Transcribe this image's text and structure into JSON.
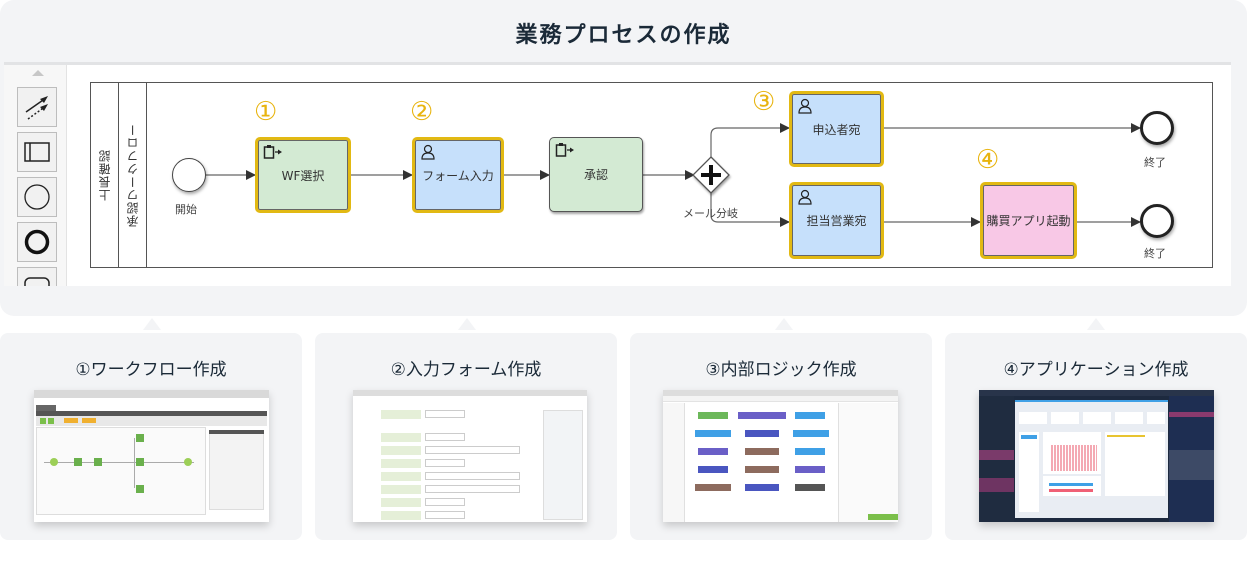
{
  "header": {
    "title": "業務プロセスの作成"
  },
  "palette": {
    "tools": [
      {
        "name": "connector-tool",
        "icon": "connector-arrows-icon"
      },
      {
        "name": "lane-tool",
        "icon": "lane-rectangle-icon"
      },
      {
        "name": "start-event-tool",
        "icon": "thin-circle-icon"
      },
      {
        "name": "end-event-tool",
        "icon": "thick-circle-icon"
      },
      {
        "name": "task-tool",
        "icon": "rounded-rect-icon"
      }
    ]
  },
  "diagram": {
    "pool_label": "上長確認",
    "lane_label": "承認ワークフロー",
    "start_event": {
      "label": "開始"
    },
    "tasks": [
      {
        "id": "wf_select",
        "label": "WF選択",
        "marker": "①",
        "color": "#d3ead3",
        "icon": "clipboard-arrow-icon",
        "highlighted": true
      },
      {
        "id": "form_input",
        "label": "フォーム入力",
        "marker": "②",
        "color": "#c6e0fb",
        "icon": "user-icon",
        "highlighted": true
      },
      {
        "id": "approve",
        "label": "承認",
        "marker": "",
        "color": "#d3ead3",
        "icon": "clipboard-arrow-icon",
        "highlighted": false
      },
      {
        "id": "to_applicant",
        "label": "申込者宛",
        "marker": "③",
        "color": "#c6e0fb",
        "icon": "user-icon",
        "highlighted": true
      },
      {
        "id": "to_sales",
        "label": "担当営業宛",
        "marker": "",
        "color": "#c6e0fb",
        "icon": "user-icon",
        "highlighted": true
      },
      {
        "id": "purchase_app",
        "label": "購買アプリ起動",
        "marker": "④",
        "color": "#f8c8e6",
        "icon": "",
        "highlighted": true
      }
    ],
    "gateway": {
      "label": "メール分岐",
      "type": "parallel"
    },
    "end_events": [
      {
        "label": "終了"
      },
      {
        "label": "終了"
      }
    ]
  },
  "cards": [
    {
      "title": "①ワークフロー作成",
      "thumbnail": "workflow-editor-screenshot"
    },
    {
      "title": "②入力フォーム作成",
      "thumbnail": "form-designer-screenshot"
    },
    {
      "title": "③内部ロジック作成",
      "thumbnail": "logic-flow-designer-screenshot"
    },
    {
      "title": "④アプリケーション作成",
      "thumbnail": "dashboard-app-builder-screenshot"
    }
  ],
  "colors": {
    "highlight": "#e2b913",
    "marker": "#e8b40f",
    "task_green": "#d3ead3",
    "task_blue": "#c6e0fb",
    "task_pink": "#f8c8e6",
    "panel_bg": "#f3f4f6"
  }
}
